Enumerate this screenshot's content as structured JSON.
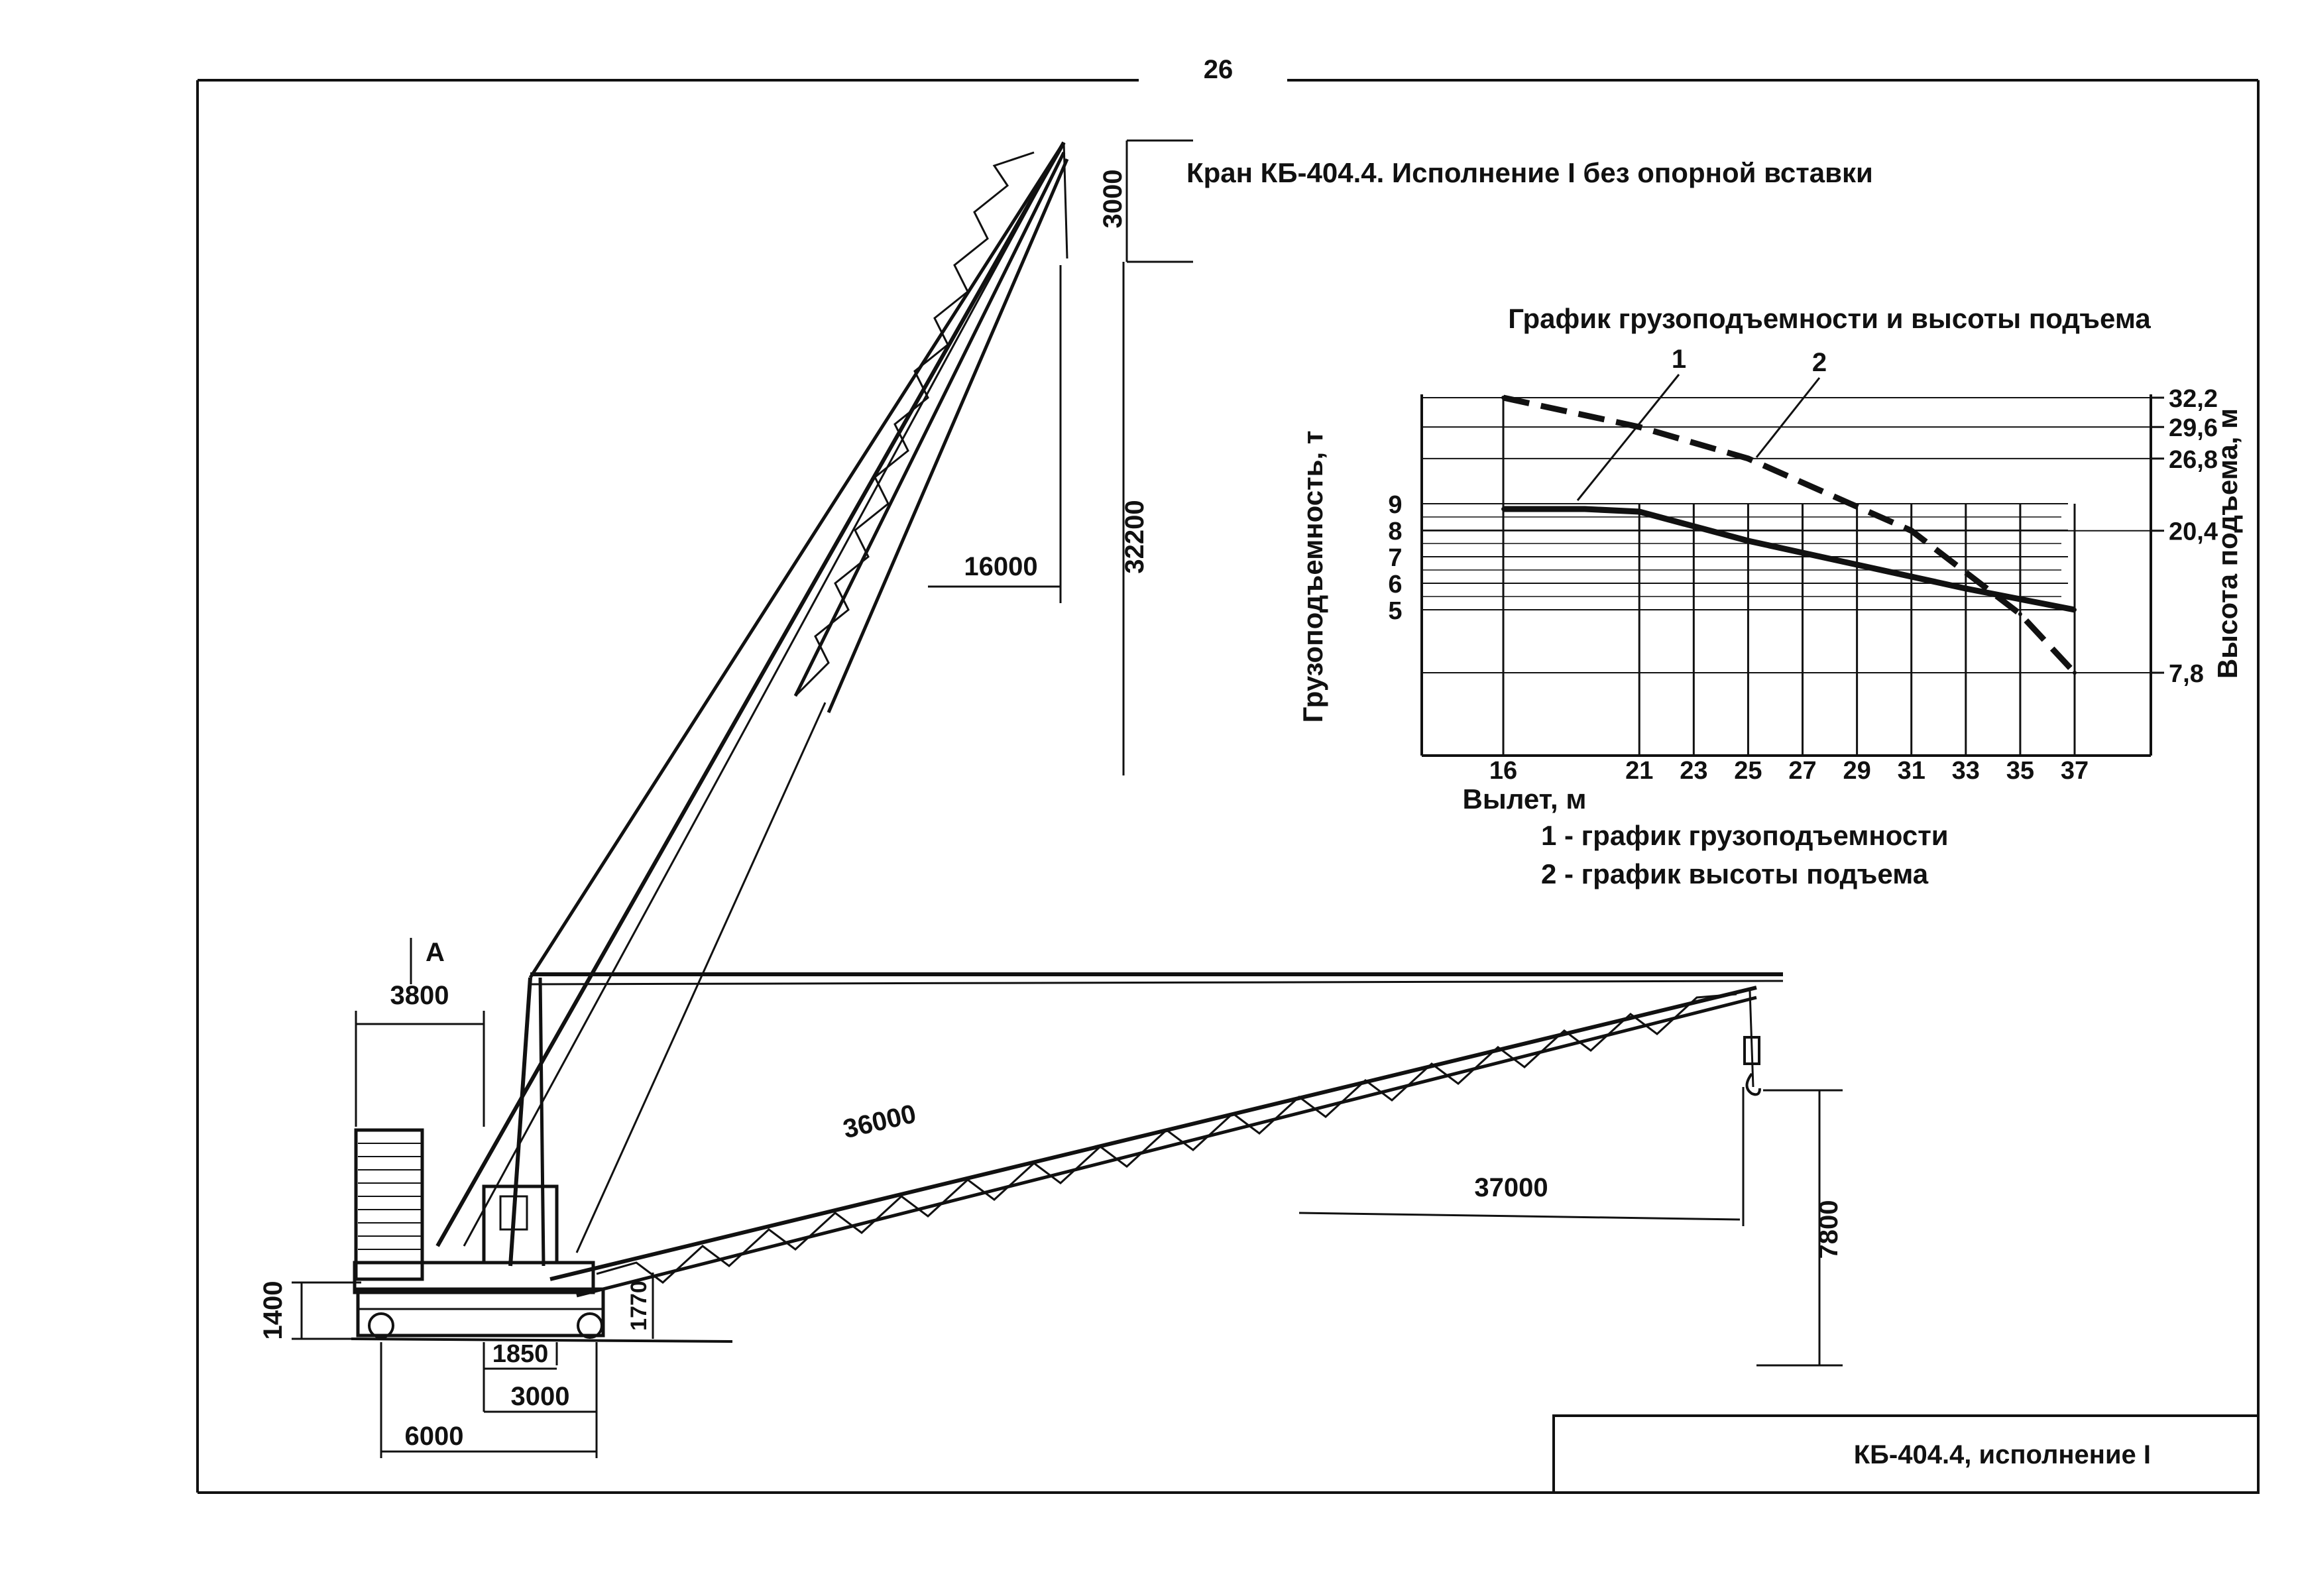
{
  "page_number": "26",
  "heading": "Кран КБ-404.4. Исполнение I без опорной вставки",
  "stamp_text": "КБ-404.4, исполнение I",
  "marker_a": "А",
  "dimensions": {
    "boom_top_3000": "3000",
    "height_32200": "32200",
    "reach_16000": "16000",
    "width_3800": "3800",
    "boom_36000": "36000",
    "reach_37000": "37000",
    "hook_7800": "7800",
    "h_1400": "1400",
    "h_1770": "1770",
    "w_1850": "1850",
    "w_3000": "3000",
    "w_6000": "6000"
  },
  "chart_data": {
    "type": "line",
    "title": "График грузоподъемности и высоты подъема",
    "xlabel": "Вылет, м",
    "ylabel_left": "Грузоподъемность, т",
    "ylabel_right": "Высота подъема, м",
    "x_ticks": [
      "16",
      "21",
      "23",
      "25",
      "27",
      "29",
      "31",
      "33",
      "35",
      "37"
    ],
    "left_ticks": [
      "9",
      "8",
      "7",
      "6",
      "5"
    ],
    "right_ticks": [
      "32,2",
      "29,6",
      "26,8",
      "20,4",
      "7,8"
    ],
    "curve_labels": [
      "1",
      "2"
    ],
    "legend": [
      "1 - график грузоподъемности",
      "2 - график высоты подъема"
    ],
    "series": [
      {
        "name": "1",
        "x": [
          16,
          19,
          21,
          25,
          29,
          33,
          35,
          37
        ],
        "y": [
          8.8,
          8.8,
          8.7,
          7.6,
          6.7,
          5.8,
          5.4,
          5.0
        ]
      },
      {
        "name": "2",
        "x": [
          16,
          21,
          25,
          31,
          35,
          37
        ],
        "y": [
          32.2,
          29.6,
          26.8,
          20.4,
          13.0,
          7.8
        ]
      }
    ]
  }
}
